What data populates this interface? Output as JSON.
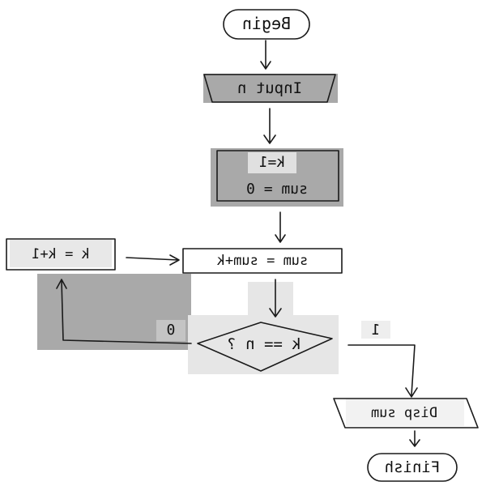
{
  "colors": {
    "ink": "#1a1a1a",
    "shade_dark": "#a9a9a9",
    "shade_mid": "#c4c4c4",
    "shade_light": "#e6e6e6"
  },
  "nodes": {
    "start": "Begin",
    "input": "Input n",
    "init_k": "k=1",
    "init_sum": "sum = 0",
    "accumulate": "sum = sum+k",
    "increment": "k = k+1",
    "decision": "k == n ?",
    "display": "Disp sum",
    "end": "Finish"
  },
  "edge_labels": {
    "no_branch": "0",
    "yes_branch": "1"
  }
}
